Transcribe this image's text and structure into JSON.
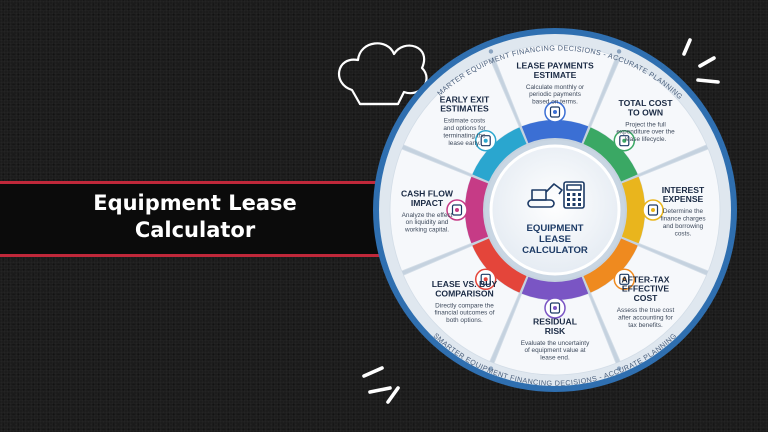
{
  "banner": {
    "title_line1": "Equipment Lease",
    "title_line2": "Calculator"
  },
  "ring": {
    "top_text": "SMARTER EQUIPMENT FINANCING DECISIONS - ACCURATE PLANNING",
    "bottom_text": "SMARTER EQUIPMENT FINANCING DECISIONS - ACCURATE PLANNING"
  },
  "hub": {
    "line1": "EQUIPMENT",
    "line2": "LEASE",
    "line3": "CALCULATOR"
  },
  "segments": [
    {
      "id": "lease-payments-estimate",
      "title": [
        "LEASE PAYMENTS",
        "ESTIMATE"
      ],
      "desc": [
        "Calculate monthly or",
        "periodic payments",
        "based on terms."
      ],
      "color": "#3b6fd4",
      "icon": "money-hand-icon"
    },
    {
      "id": "total-cost-to-own",
      "title": [
        "TOTAL COST",
        "TO OWN"
      ],
      "desc": [
        "Project the full",
        "expenditure over the",
        "lease lifecycle."
      ],
      "color": "#3aa864",
      "icon": "money-bag-icon"
    },
    {
      "id": "interest-expense",
      "title": [
        "INTEREST",
        "EXPENSE"
      ],
      "desc": [
        "Determine the",
        "finance charges",
        "and borrowing",
        "costs."
      ],
      "color": "#e9b51d",
      "icon": "coins-icon"
    },
    {
      "id": "after-tax-effective-cost",
      "title": [
        "AFTER-TAX",
        "EFFECTIVE",
        "COST"
      ],
      "desc": [
        "Assess the true cost",
        "after accounting for",
        "tax benefits."
      ],
      "color": "#ef8a1f",
      "icon": "tax-document-icon"
    },
    {
      "id": "residual-risk",
      "title": [
        "RESIDUAL",
        "RISK"
      ],
      "desc": [
        "Evaluate the uncertainty",
        "of equipment value at",
        "lease end."
      ],
      "color": "#7a55c4",
      "icon": "box-clock-icon"
    },
    {
      "id": "lease-vs-buy-comparison",
      "title": [
        "LEASE VS. BUY",
        "COMPARISON"
      ],
      "desc": [
        "Directly compare the",
        "financial outcomes of",
        "both options."
      ],
      "color": "#e4453a",
      "icon": "compare-documents-icon"
    },
    {
      "id": "cash-flow-impact",
      "title": [
        "CASH FLOW",
        "IMPACT"
      ],
      "desc": [
        "Analyze the effect",
        "on liquidity and",
        "working capital."
      ],
      "color": "#c63b86",
      "icon": "cash-flow-chart-icon"
    },
    {
      "id": "early-exit-estimates",
      "title": [
        "EARLY EXIT",
        "ESTIMATES"
      ],
      "desc": [
        "Estimate costs",
        "and options for",
        "terminating the",
        "lease early."
      ],
      "color": "#2aa6cf",
      "icon": "exit-door-icon"
    }
  ],
  "colors": {
    "band_accent": "#c0283a",
    "rim": "#2f6fb0",
    "hub_text": "#1d3b66"
  }
}
